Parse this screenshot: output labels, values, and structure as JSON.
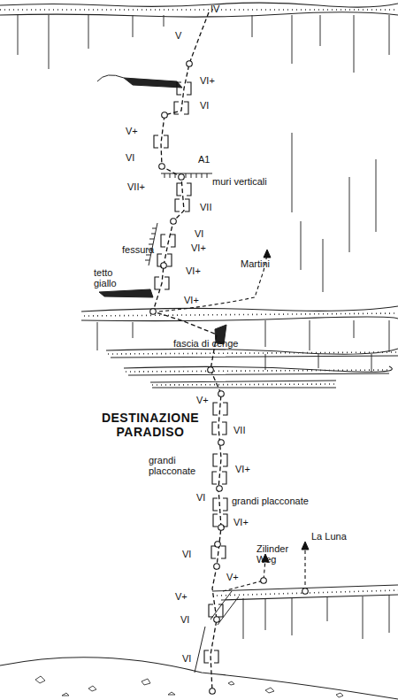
{
  "diagram": {
    "title": "DESTINAZIONE PARADISO",
    "labels": [
      "IV",
      "V",
      "VI+",
      "VI",
      "V+",
      "VI",
      "A1",
      "muri verticali",
      "VII+",
      "VII",
      "VI",
      "fessura",
      "VI+",
      "tetto giallo",
      "VI+",
      "Martini",
      "VI+",
      "fascia di cenge",
      "V+",
      "VII",
      "grandi placconate",
      "VI+",
      "VI",
      "grandi placconate",
      "VI+",
      "VI",
      "V+",
      "Zilinder Weg",
      "La Luna",
      "V+",
      "VI",
      "VI"
    ]
  }
}
